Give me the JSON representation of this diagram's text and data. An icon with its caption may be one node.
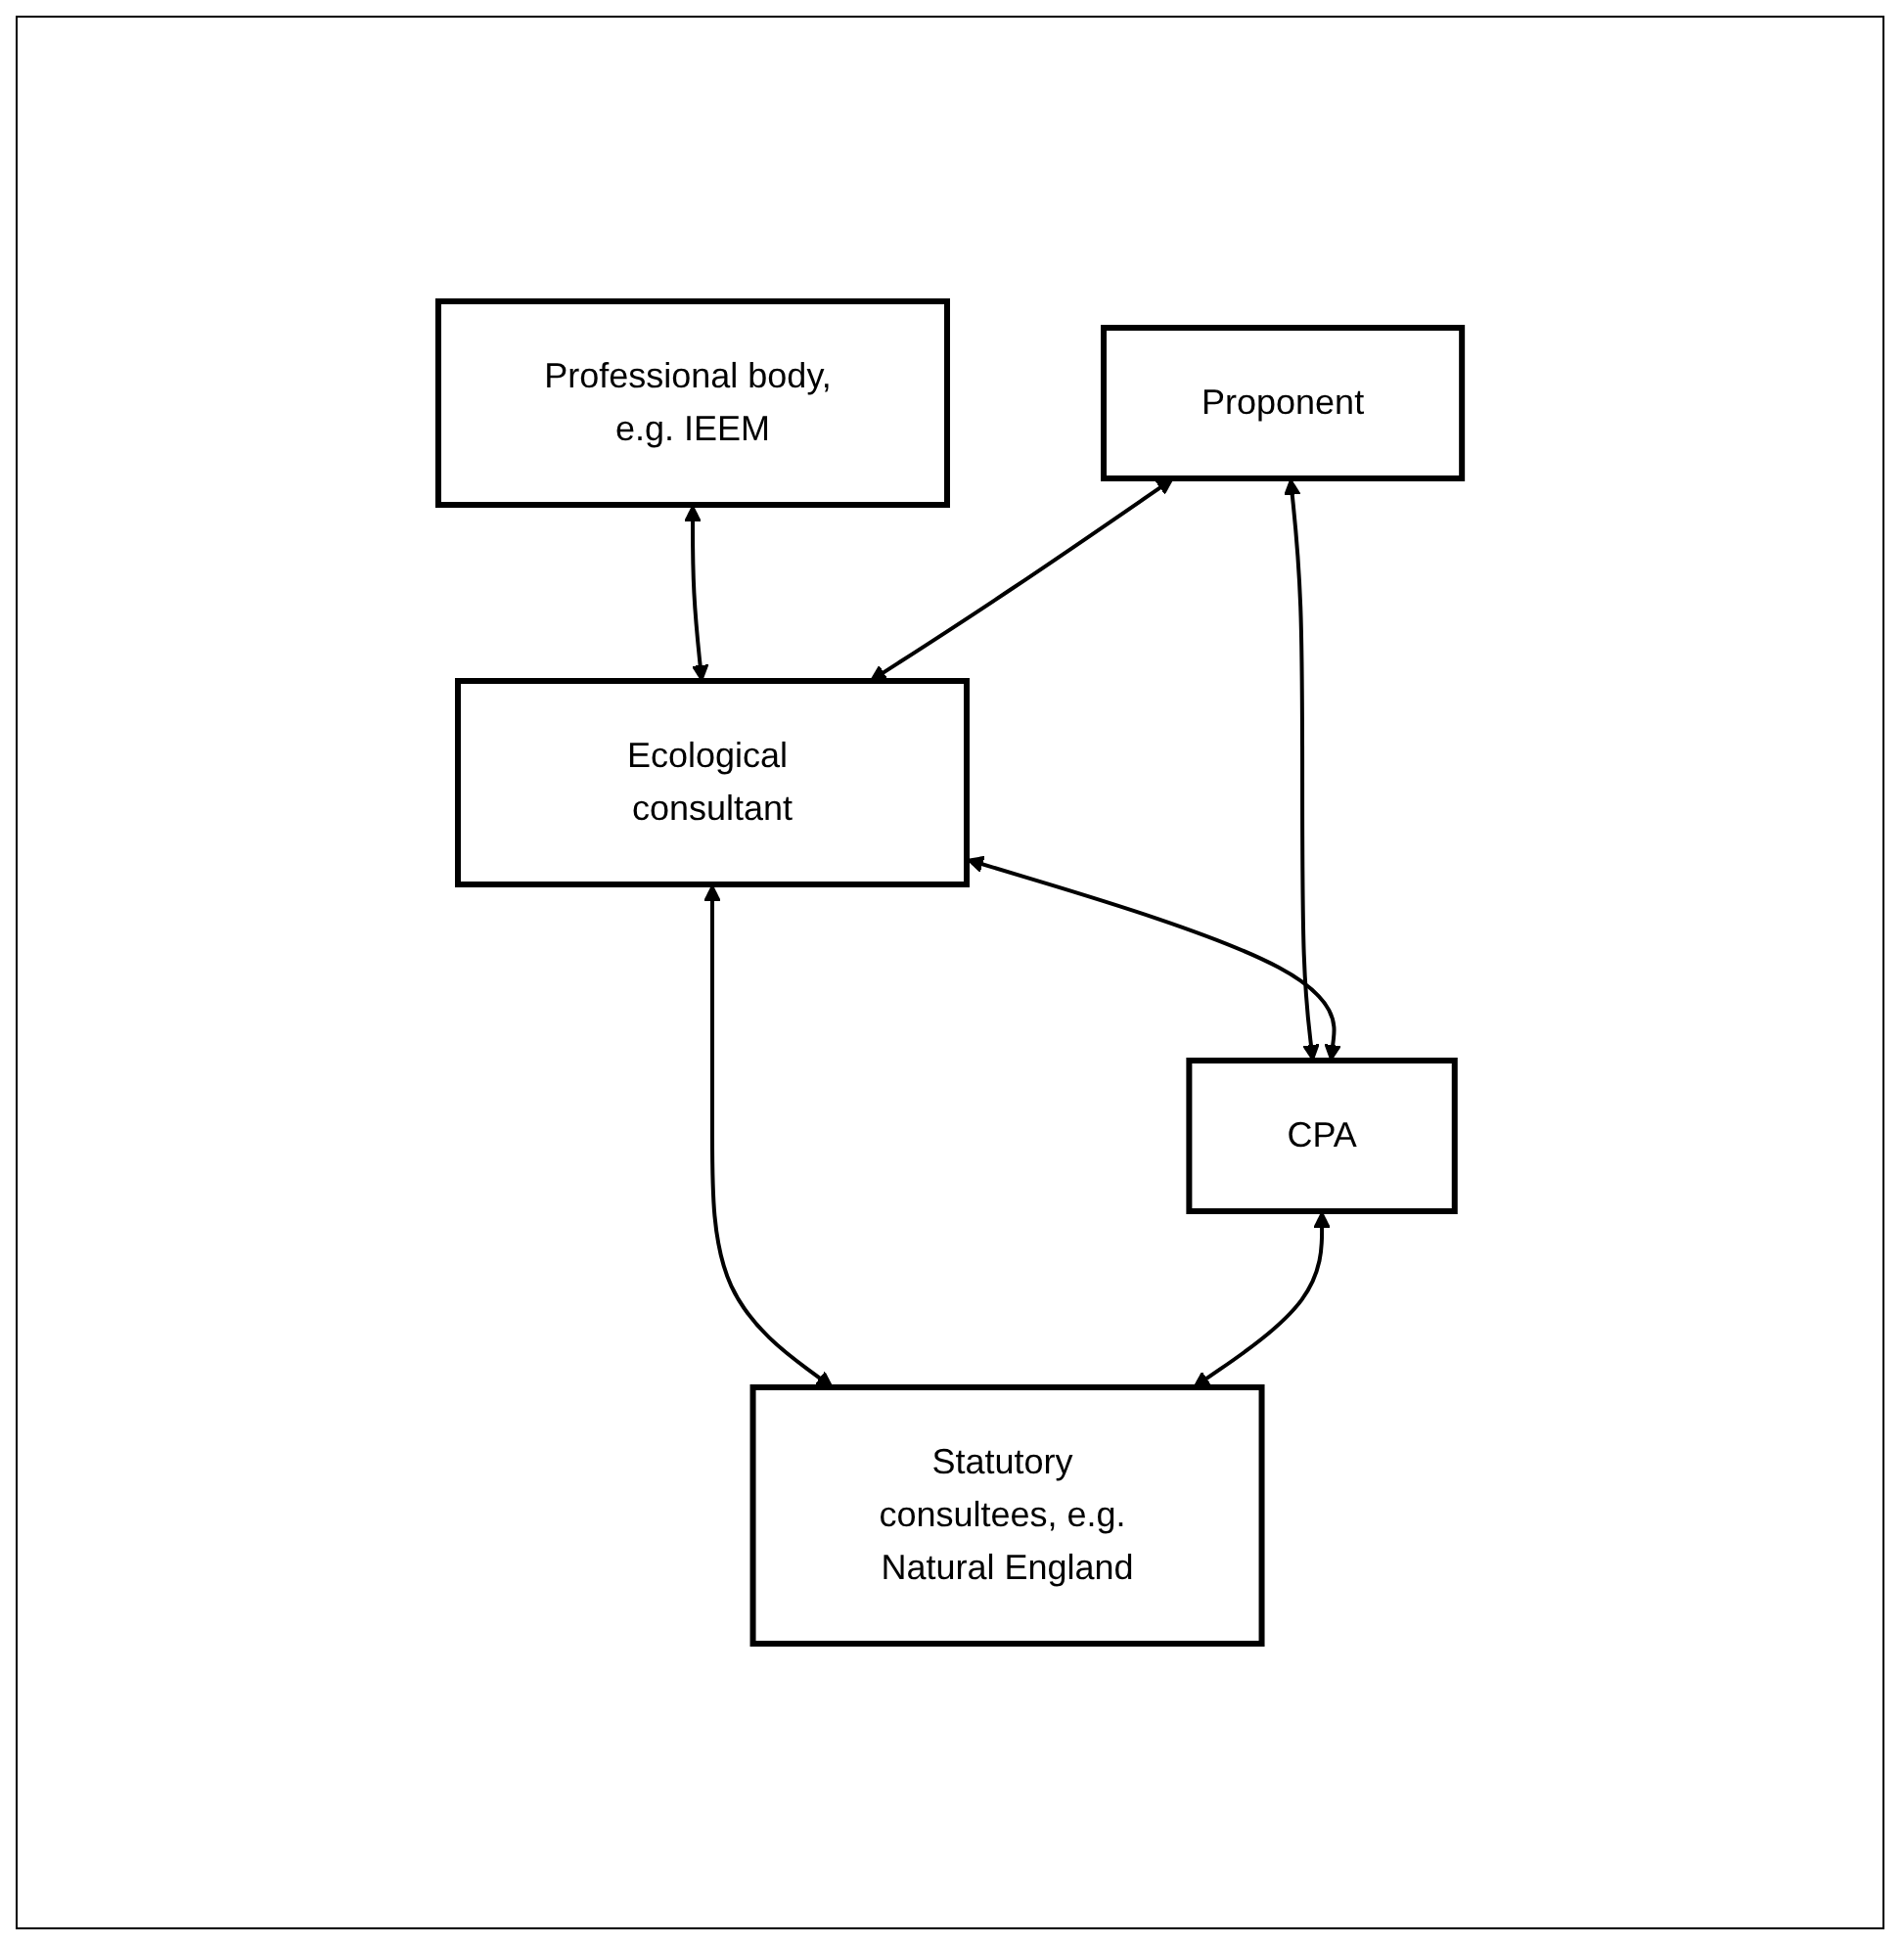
{
  "diagram": {
    "nodes": [
      {
        "text": [
          "Professional body, e.g. IEEM"
        ]
      },
      {
        "text": [
          "Proponent"
        ]
      },
      {
        "text": [
          "Ecological consultant"
        ]
      },
      {
        "text": [
          "CPA"
        ]
      },
      {
        "text": [
          "Statutory consultees, e.g. Natural England"
        ]
      }
    ],
    "edges": [
      {
        "from": 0,
        "to": 2,
        "arrow": "both"
      },
      {
        "from": 1,
        "to": 2,
        "arrow": "both"
      },
      {
        "from": 1,
        "to": 3,
        "arrow": "both"
      },
      {
        "from": 2,
        "to": 3,
        "arrow": "both"
      },
      {
        "from": 2,
        "to": 4,
        "arrow": "both"
      },
      {
        "from": 3,
        "to": 4,
        "arrow": "both"
      }
    ]
  }
}
